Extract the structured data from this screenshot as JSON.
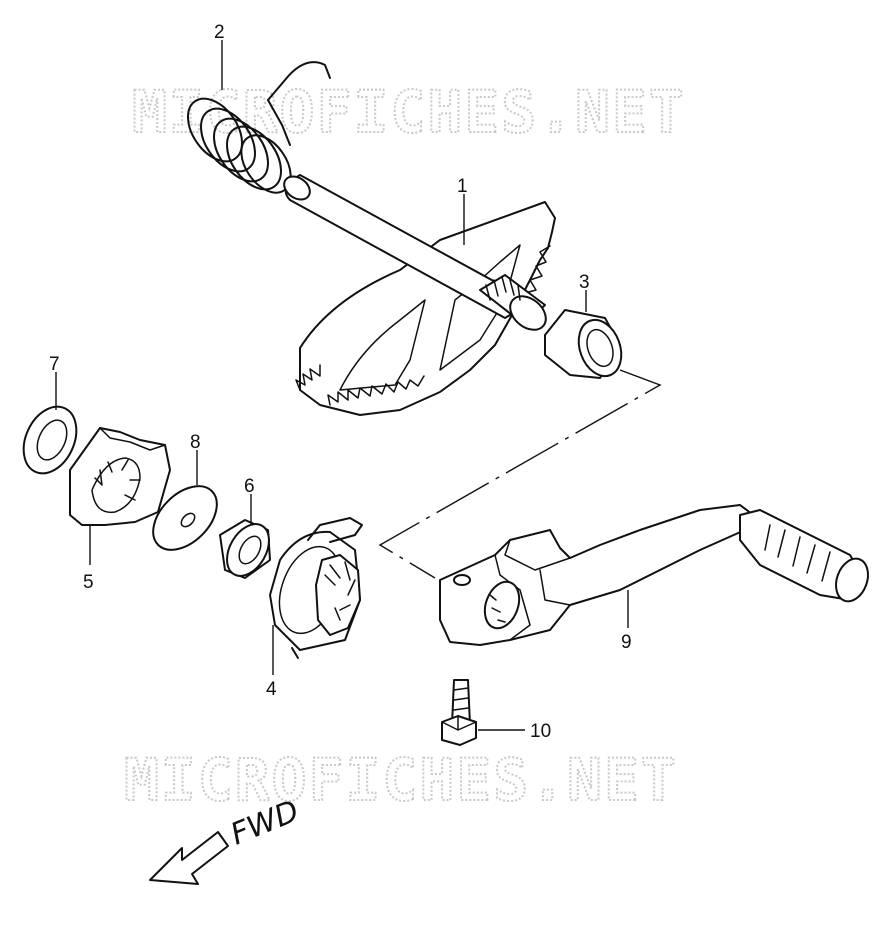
{
  "watermark": {
    "top": "MICROFICHES.NET",
    "bottom": "MICROFICHES.NET"
  },
  "callouts": {
    "p1": "1",
    "p2": "2",
    "p3": "3",
    "p4": "4",
    "p5": "5",
    "p6": "6",
    "p7": "7",
    "p8": "8",
    "p9": "9",
    "p10": "10"
  },
  "direction": {
    "label": "FWD"
  }
}
